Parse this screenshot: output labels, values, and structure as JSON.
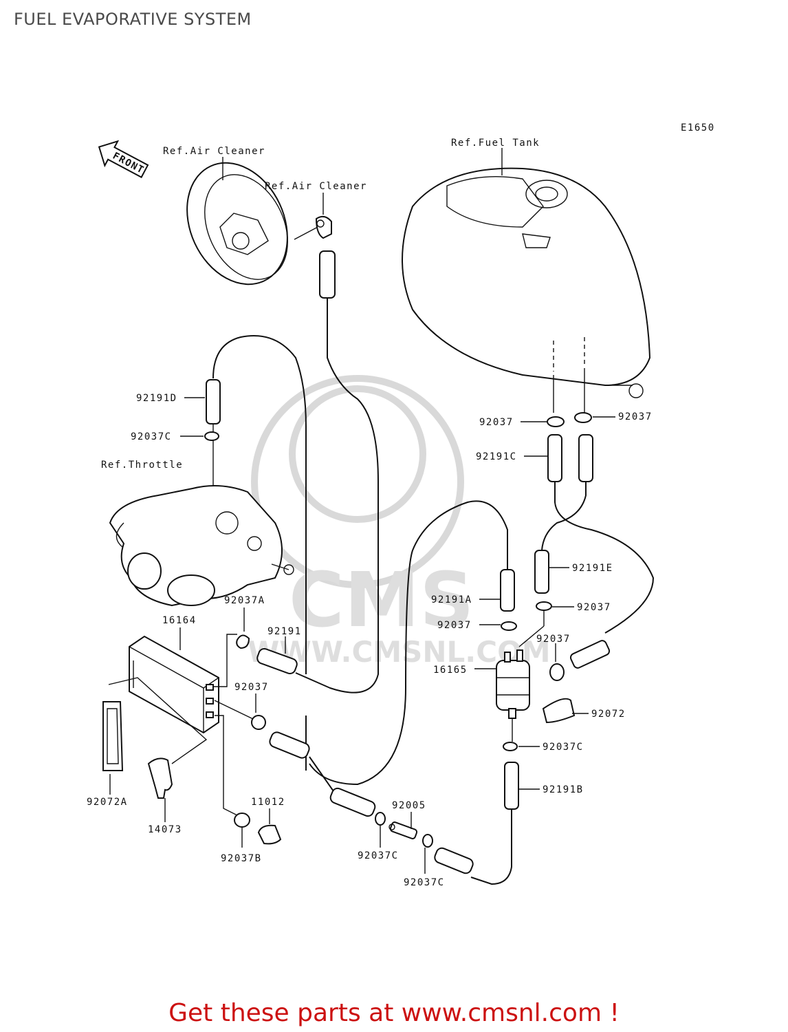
{
  "page": {
    "title": "FUEL EVAPORATIVE SYSTEM",
    "footer": "Get these parts at www.cmsnl.com !",
    "diagram_code": "E1650",
    "front_arrow_label": "FRONT"
  },
  "watermark": {
    "logo_text": "CMS",
    "url_text": "WWW.CMSNL.COM"
  },
  "references": {
    "air_cleaner_1": "Ref.Air Cleaner",
    "air_cleaner_2": "Ref.Air Cleaner",
    "fuel_tank": "Ref.Fuel Tank",
    "throttle": "Ref.Throttle"
  },
  "parts": [
    {
      "id": "92191D",
      "label": "92191D"
    },
    {
      "id": "92037C_top",
      "label": "92037C"
    },
    {
      "id": "92037_left",
      "label": "92037"
    },
    {
      "id": "92037_right",
      "label": "92037"
    },
    {
      "id": "92191C",
      "label": "92191C"
    },
    {
      "id": "92191E",
      "label": "92191E"
    },
    {
      "id": "92191A",
      "label": "92191A"
    },
    {
      "id": "92037_mid_r",
      "label": "92037"
    },
    {
      "id": "92037_mid_l",
      "label": "92037"
    },
    {
      "id": "92037_filter",
      "label": "92037"
    },
    {
      "id": "16165",
      "label": "16165"
    },
    {
      "id": "92072",
      "label": "92072"
    },
    {
      "id": "92037C_filter",
      "label": "92037C"
    },
    {
      "id": "92191B",
      "label": "92191B"
    },
    {
      "id": "92037A",
      "label": "92037A"
    },
    {
      "id": "16164",
      "label": "16164"
    },
    {
      "id": "92191",
      "label": "92191"
    },
    {
      "id": "92037_canister",
      "label": "92037"
    },
    {
      "id": "92072A",
      "label": "92072A"
    },
    {
      "id": "14073",
      "label": "14073"
    },
    {
      "id": "11012",
      "label": "11012"
    },
    {
      "id": "92037B",
      "label": "92037B"
    },
    {
      "id": "92005",
      "label": "92005"
    },
    {
      "id": "92037C_bottom1",
      "label": "92037C"
    },
    {
      "id": "92037C_bottom2",
      "label": "92037C"
    }
  ]
}
